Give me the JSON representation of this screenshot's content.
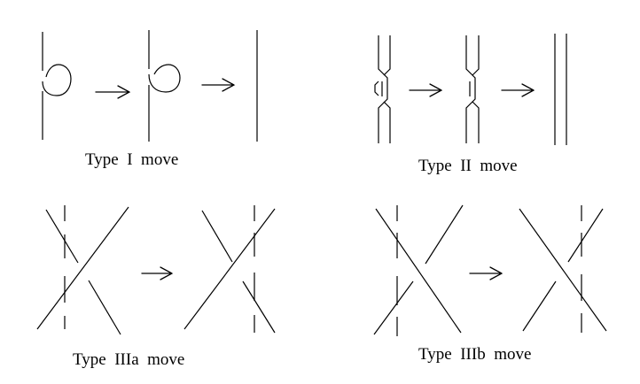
{
  "panels": {
    "type1": {
      "caption": "Type  I  move"
    },
    "type2": {
      "caption": "Type  II  move"
    },
    "type3a": {
      "caption": "Type  IIIa  move"
    },
    "type3b": {
      "caption": "Type  IIIb  move"
    }
  },
  "colors": {
    "ink": "#000000",
    "background": "#ffffff"
  }
}
